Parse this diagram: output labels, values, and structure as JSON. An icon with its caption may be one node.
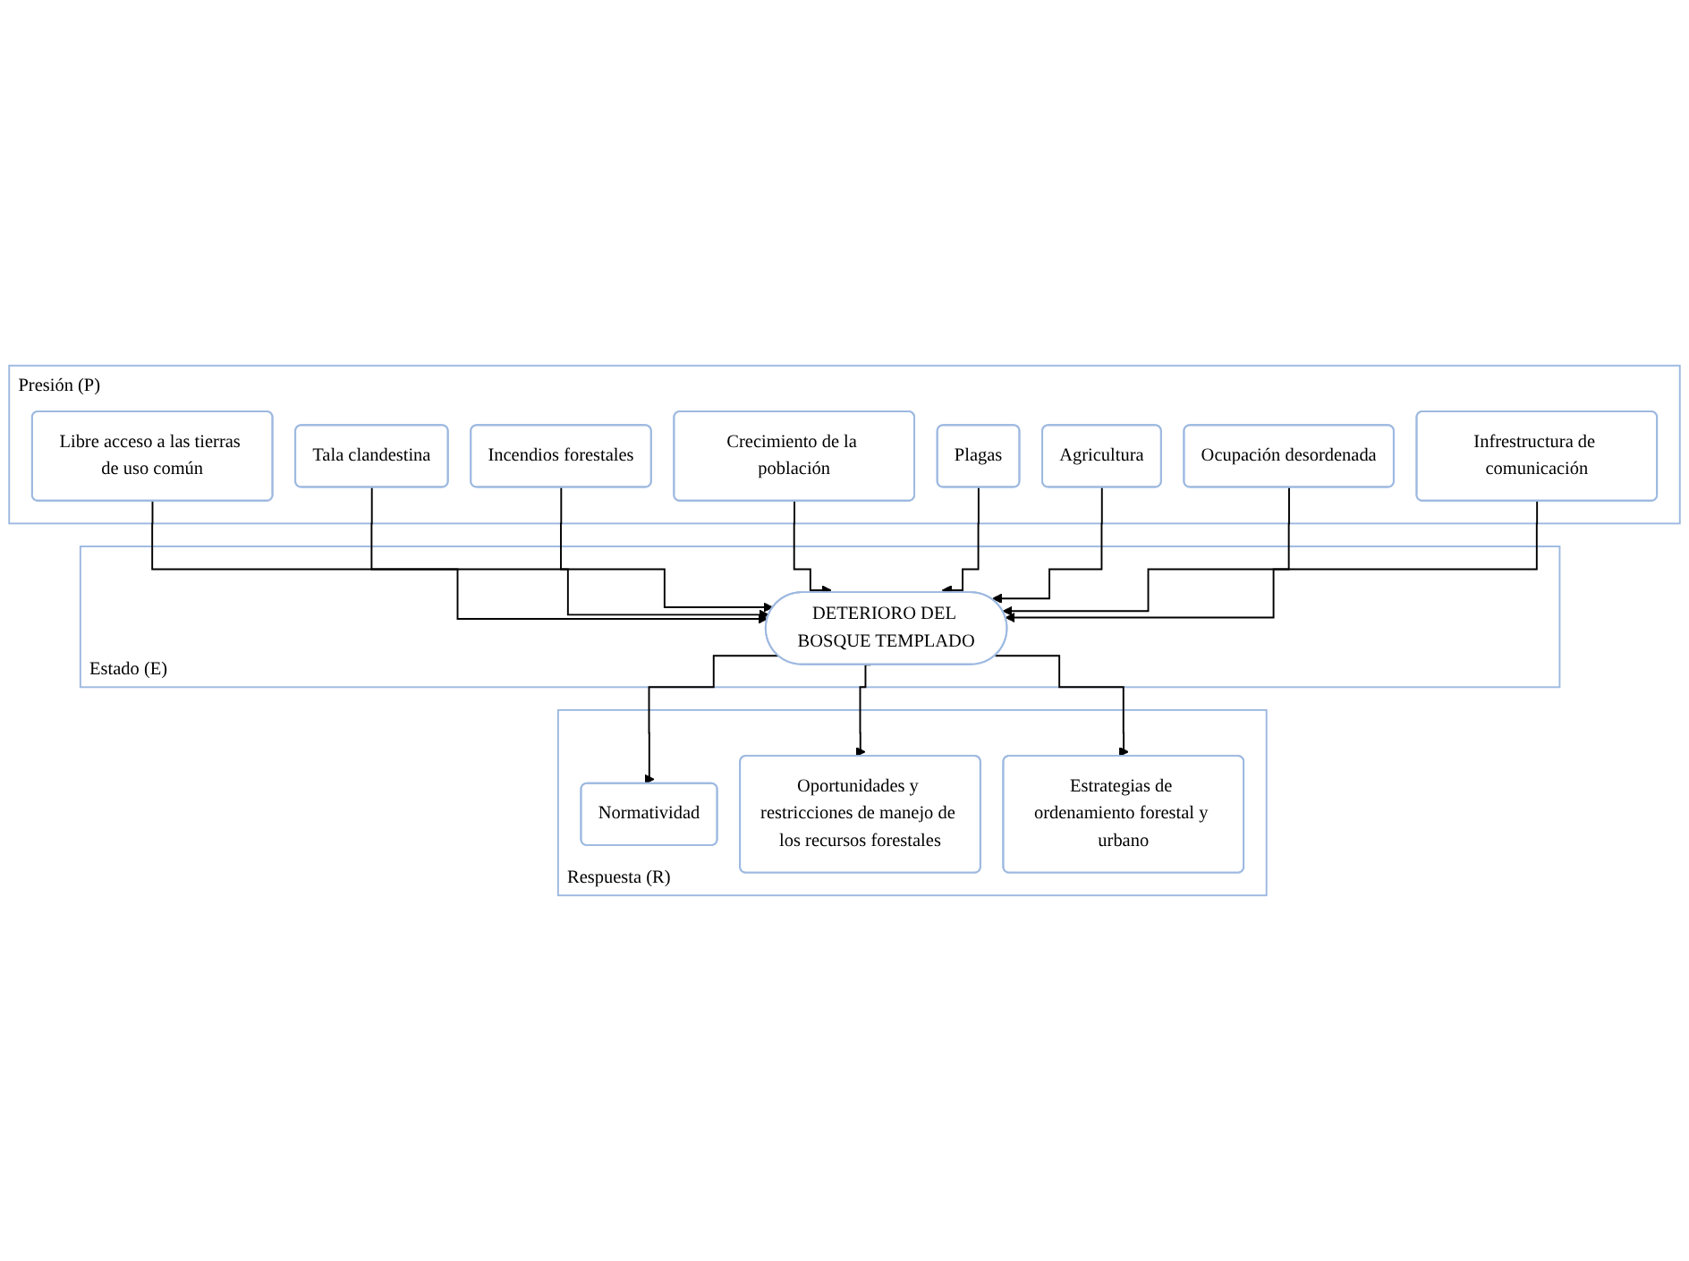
{
  "diagram": {
    "nodes": [
      {
        "text": [
          "Presión (P)"
        ]
      },
      {
        "text": [
          "Libre acceso a las tierras de uso común"
        ],
        "in": 0
      },
      {
        "text": [
          "Incendios forestales"
        ],
        "in": 0
      },
      {
        "text": [
          "Agricultura"
        ],
        "in": 0
      },
      {
        "text": [
          "Tala clandestina"
        ],
        "in": 0
      },
      {
        "text": [
          "Plagas"
        ],
        "in": 0
      },
      {
        "text": [
          "Infrestructura de comunicación"
        ],
        "in": 0
      },
      {
        "text": [
          "Crecimiento de la población"
        ],
        "in": 0
      },
      {
        "text": [
          "Ocupación desordenada"
        ],
        "in": 0
      },
      {
        "text": [
          "Estado (E)"
        ]
      },
      {
        "text": [
          "DETERIORO DEL BOSQUE TEMPLADO"
        ],
        "in": 9
      },
      {
        "text": [
          "Respuesta (R)"
        ]
      },
      {
        "text": [
          "Normatividad"
        ],
        "in": 11
      },
      {
        "text": [
          "Oportunidades y restricciones de manejo de los recursos forestales"
        ],
        "in": 11
      },
      {
        "text": [
          "Estrategias de ordenamiento forestal y urbano"
        ],
        "in": 11
      }
    ],
    "edges": [
      {
        "from": 1,
        "to": 10,
        "arrow": "to"
      },
      {
        "from": 4,
        "to": 10,
        "arrow": "to"
      },
      {
        "from": 2,
        "to": 10,
        "arrow": "to"
      },
      {
        "from": 7,
        "to": 10,
        "arrow": "to"
      },
      {
        "from": 5,
        "to": 10,
        "arrow": "to"
      },
      {
        "from": 3,
        "to": 10,
        "arrow": "to"
      },
      {
        "from": 8,
        "to": 10,
        "arrow": "to"
      },
      {
        "from": 6,
        "to": 10,
        "arrow": "to"
      },
      {
        "from": 10,
        "to": 12,
        "arrow": "to"
      },
      {
        "from": 10,
        "to": 13,
        "arrow": "to"
      },
      {
        "from": 10,
        "to": 14,
        "arrow": "to"
      }
    ]
  }
}
